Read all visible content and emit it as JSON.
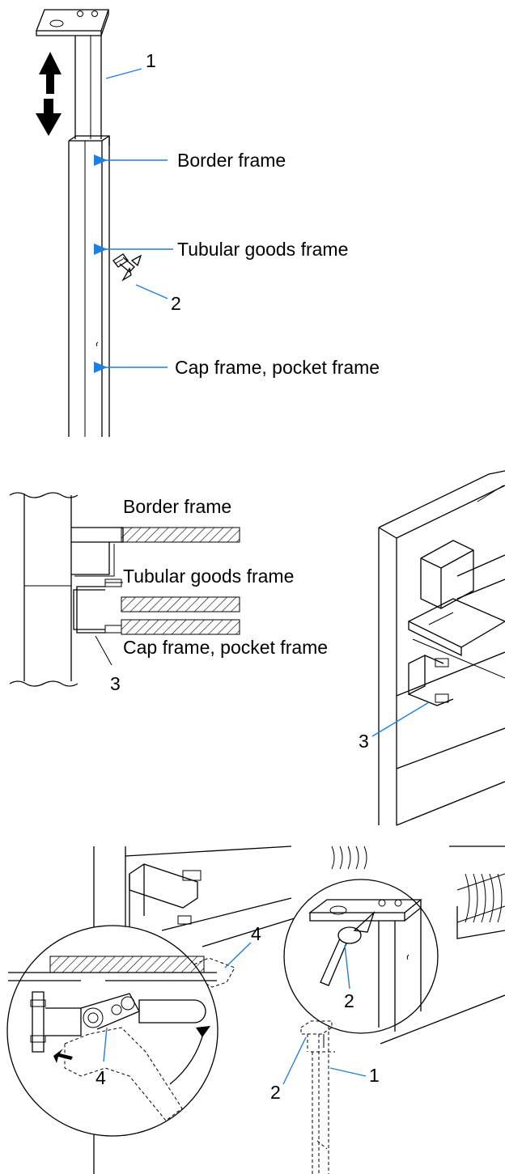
{
  "figure1": {
    "label_1": "1",
    "label_2": "2",
    "border_frame": "Border frame",
    "tubular_frame": "Tubular goods frame",
    "cap_frame": "Cap frame, pocket frame"
  },
  "figure2": {
    "border_frame": "Border frame",
    "tubular_frame": "Tubular goods frame",
    "cap_frame": "Cap frame, pocket frame",
    "label_3_left": "3",
    "label_3_right": "3"
  },
  "figure3": {
    "label_4_top": "4",
    "label_4_bottom": "4",
    "label_2_circle": "2",
    "label_2_stand": "2",
    "label_1_stand": "1"
  },
  "colors": {
    "leader": "#1e7fe0",
    "line": "#000000"
  }
}
